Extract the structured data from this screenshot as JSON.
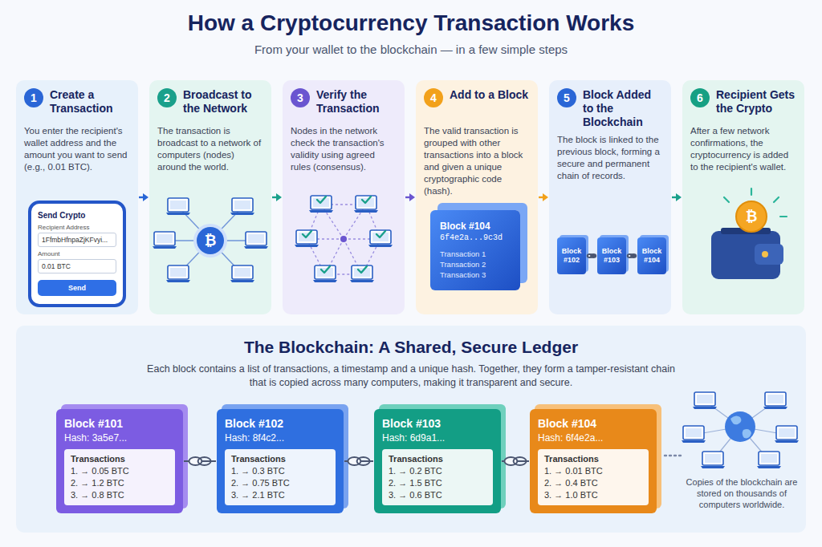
{
  "diagram": {
    "title": "How a Cryptocurrency Transaction Works",
    "caption": "From your wallet to the blockchain — in a few simple steps",
    "nodes": [
      {
        "text": [
          "1",
          "Create a Transaction",
          "You enter the recipient's wallet address and the amount you want to send (e.g., 0.01 BTC)."
        ]
      },
      {
        "text": [
          "Send Crypto",
          "Recipient Address",
          "1FfmbHfnpaZjKFvyi...",
          "Amount",
          "0.01 BTC",
          "Send"
        ],
        "in": 0
      },
      {
        "text": [
          "2",
          "Broadcast to the Network",
          "The transaction is broadcast to a network of computers (nodes) around the world."
        ]
      },
      {
        "text": [
          "3",
          "Verify the Transaction",
          "Nodes in the network check the transaction's validity using agreed rules (consensus)."
        ]
      },
      {
        "text": [
          "4",
          "Add to a Block",
          "The valid transaction is grouped with other transactions into a block and given a unique cryptographic code (hash)."
        ]
      },
      {
        "text": [
          "Block #104",
          "6f4e2a...9c3d",
          "Transaction 1",
          "Transaction 2",
          "Transaction 3"
        ],
        "in": 4
      },
      {
        "text": [
          "5",
          "Block Added to the Blockchain",
          "The block is linked to the previous block, forming a secure and permanent chain of records."
        ]
      },
      {
        "text": [
          "Block #102"
        ],
        "in": 6
      },
      {
        "text": [
          "Block #103"
        ],
        "in": 6
      },
      {
        "text": [
          "Block #104"
        ],
        "in": 6
      },
      {
        "text": [
          "6",
          "Recipient Gets the Crypto",
          "After a few network confirmations, the cryptocurrency is added to the recipient's wallet."
        ]
      },
      {
        "text": [
          "The Blockchain: A Shared, Secure Ledger",
          "Each block contains a list of transactions, a timestamp and a unique hash. Together, they form a tamper-resistant chain that is copied across many computers, making it transparent and secure."
        ]
      },
      {
        "text": [
          "Block #101",
          "Hash: 3a5e7...",
          "Transactions",
          "1. → 0.05 BTC",
          "2. → 1.2 BTC",
          "3. → 0.8 BTC"
        ],
        "in": 11
      },
      {
        "text": [
          "Block #102",
          "Hash: 8f4c2...",
          "Transactions",
          "1. → 0.3 BTC",
          "2. → 0.75 BTC",
          "3. → 2.1 BTC"
        ],
        "in": 11
      },
      {
        "text": [
          "Block #103",
          "Hash: 6d9a1...",
          "Transactions",
          "1. → 0.2 BTC",
          "2. → 1.5 BTC",
          "3. → 0.6 BTC"
        ],
        "in": 11
      },
      {
        "text": [
          "Block #104",
          "Hash: 6f4e2a...",
          "Transactions",
          "1. → 0.01 BTC",
          "2. → 0.4 BTC",
          "3. → 1.0 BTC"
        ],
        "in": 11
      }
    ],
    "edges": [
      {
        "from": 0,
        "to": 2,
        "arrow": "to"
      },
      {
        "from": 2,
        "to": 3,
        "arrow": "to"
      },
      {
        "from": 3,
        "to": 4,
        "arrow": "to"
      },
      {
        "from": 4,
        "to": 6,
        "arrow": "to"
      },
      {
        "from": 6,
        "to": 10,
        "arrow": "to"
      },
      {
        "from": 7,
        "to": 8,
        "arrow": "none"
      },
      {
        "from": 8,
        "to": 9,
        "arrow": "none"
      },
      {
        "from": 12,
        "to": 13,
        "arrow": "none"
      },
      {
        "from": 13,
        "to": 14,
        "arrow": "none"
      },
      {
        "from": 14,
        "to": 15,
        "arrow": "none"
      }
    ],
    "labels": [
      "₿",
      "₿",
      "Copies of the blockchain are stored on thousands of computers worldwide."
    ]
  }
}
